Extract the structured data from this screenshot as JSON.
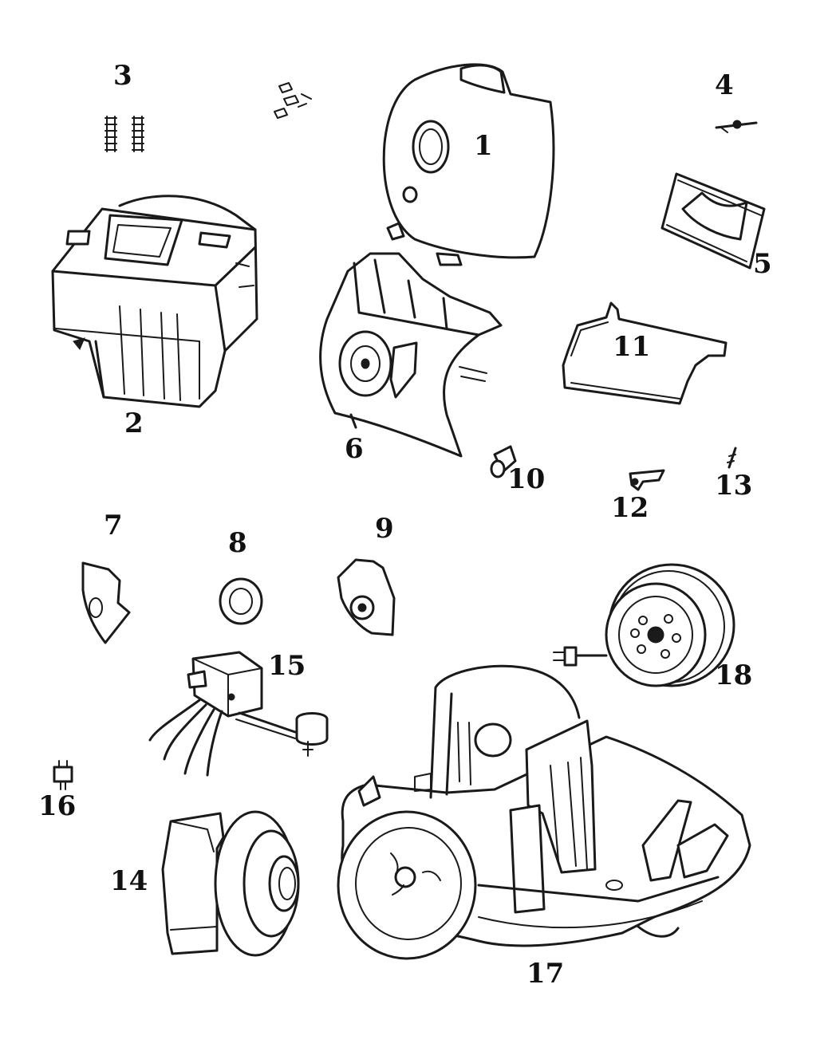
{
  "diagram": {
    "labels": {
      "p1": "1",
      "p2": "2",
      "p3": "3",
      "p4": "4",
      "p5": "5",
      "p6": "6",
      "p7": "7",
      "p8": "8",
      "p9": "9",
      "p10": "10",
      "p11": "11",
      "p12": "12",
      "p13": "13",
      "p14": "14",
      "p15": "15",
      "p16": "16",
      "p17": "17",
      "p18": "18"
    }
  }
}
